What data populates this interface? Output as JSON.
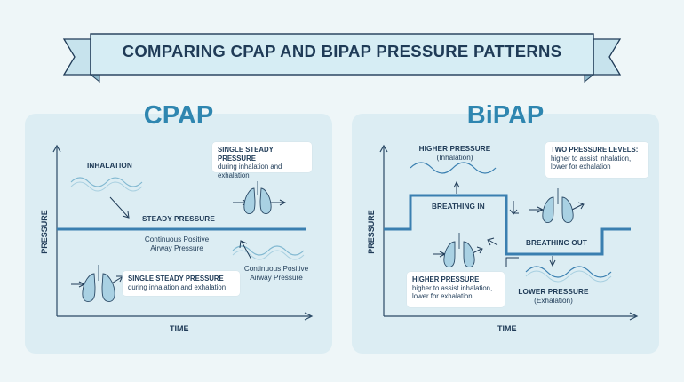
{
  "title": "COMPARING CPAP AND BIPAP PRESSURE PATTERNS",
  "cpap": {
    "title": "CPAP",
    "y_axis": "PRESSURE",
    "x_axis": "TIME",
    "inhalation_label": "INHALATION",
    "steady_label": "STEADY PRESSURE",
    "continuous_label": "Continuous Positive Airway Pressure",
    "box_top_heading": "SINGLE STEADY PRESSURE",
    "box_top_text": "during inhalation and exhalation",
    "box_bottom_heading": "SINGLE STEADY PRESSURE",
    "box_bottom_text": "during inhalation and exhalation",
    "right_label": "Continuous Positive Airway Pressure"
  },
  "bipap": {
    "title": "BiPAP",
    "y_axis": "PRESSURE",
    "x_axis": "TIME",
    "higher_heading": "HIGHER PRESSURE",
    "higher_sub": "(Inhalation)",
    "two_levels_heading": "TWO PRESSURE LEVELS:",
    "two_levels_text": "higher to assist inhalation, lower for exhalation",
    "breathing_in": "BREATHING IN",
    "breathing_out": "BREATHING OUT",
    "box_heading": "HIGHER PRESSURE",
    "box_text": "higher to assist inhalation, lower for exhalation",
    "lower_heading": "LOWER PRESSURE",
    "lower_sub": "(Exhalation)"
  },
  "colors": {
    "background": "#eef6f8",
    "panel": "#dcedf3",
    "accent": "#2f86b0",
    "line": "#3a7fb0",
    "text": "#1f3b57"
  },
  "icons": [
    "lungs-icon",
    "arrow-icon",
    "wave-icon"
  ]
}
